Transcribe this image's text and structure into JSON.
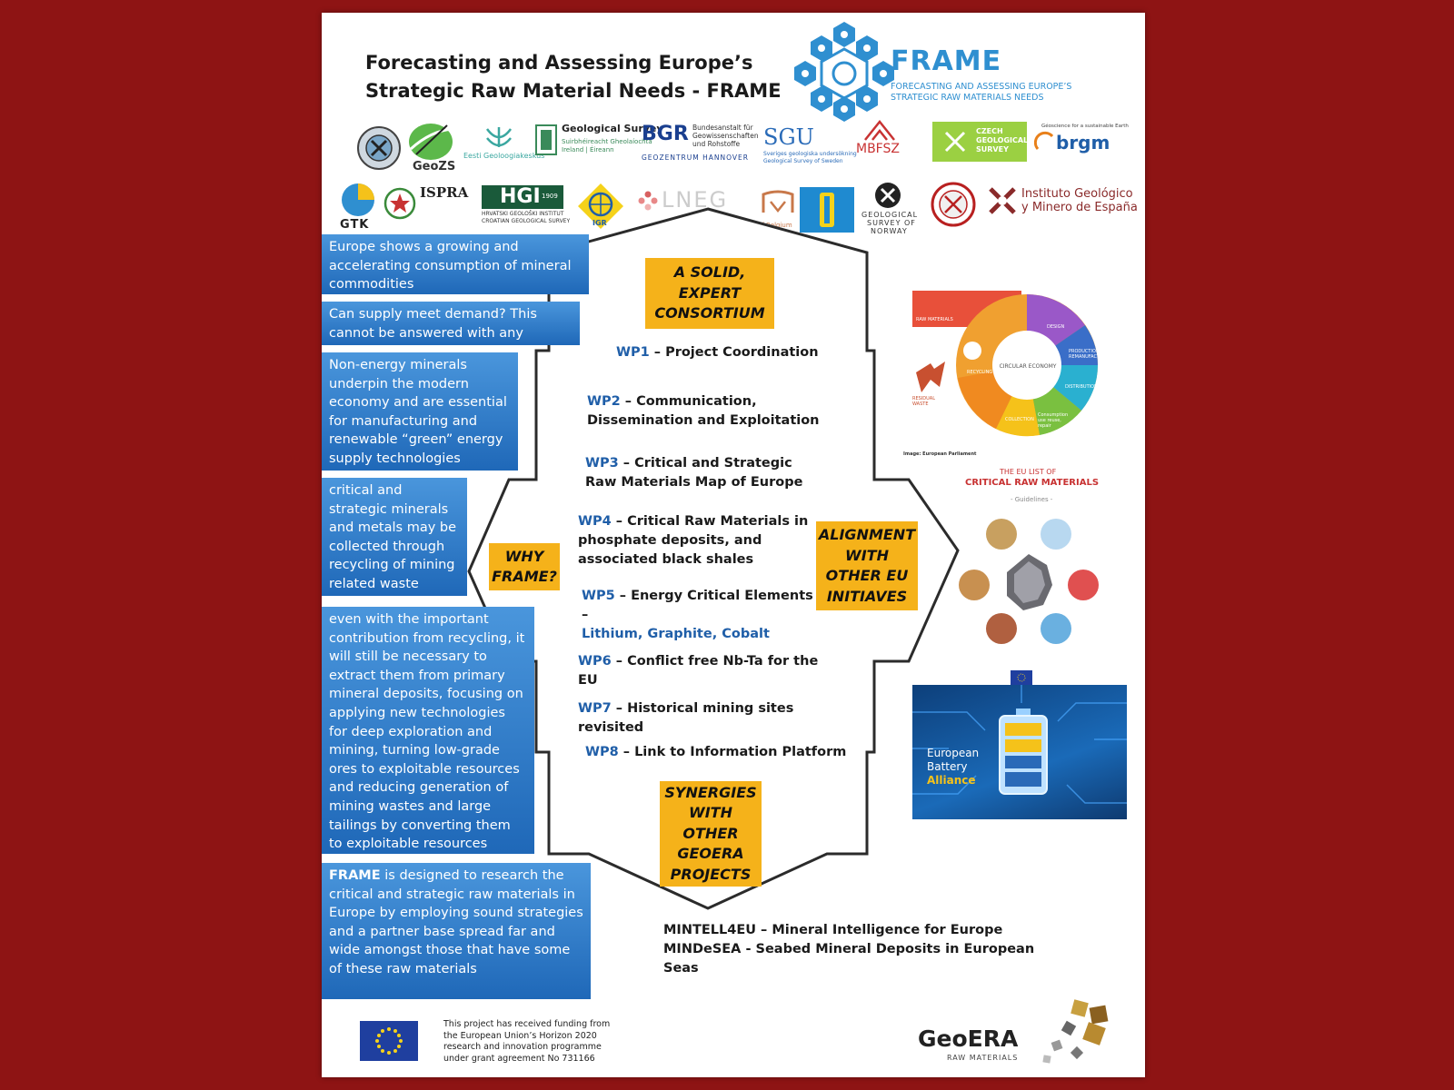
{
  "title": {
    "line1": "Forecasting and Assessing Europe’s",
    "line2": "Strategic Raw Material Needs - FRAME"
  },
  "frame_logo": {
    "name": "FRAME",
    "sub1": "FORECASTING AND ASSESSING EUROPE’S",
    "sub2": "STRATEGIC RAW MATERIALS NEEDS"
  },
  "partners": {
    "geozs": "GeoZS",
    "estonia": "Eesti Geoloogiakeskus",
    "gsi_l1": "Geological Survey",
    "gsi_l2": "Suirbhéireacht Gheolaíochta",
    "gsi_l3": "Ireland | Éireann",
    "bgr": "BGR",
    "bgr_l1": "Bundesanstalt für",
    "bgr_l2": "Geowissenschaften",
    "bgr_l3": "und Rohstoffe",
    "bgr_sub": "GEOZENTRUM HANNOVER",
    "sgu": "SGU",
    "sgu_l1": "Sveriges geologiska undersökning",
    "sgu_l2": "Geological Survey of Sweden",
    "mbfsz": "MBFSZ",
    "czech_l1": "CZECH",
    "czech_l2": "GEOLOGICAL",
    "czech_l3": "SURVEY",
    "brgm": "brgm",
    "brgm_sub": "Géoscience for a sustainable Earth",
    "gtk": "GTK",
    "ispra": "ISPRA",
    "hgi": "HGI",
    "hgi_year": "1909",
    "hgi_l1": "HRVATSKI GEOLOŠKI INSTITUT",
    "hgi_l2": "CROATIAN GEOLOGICAL SURVEY",
    "igr": "IGR",
    "lneg": "LNEG",
    "belgium": "of Belgium",
    "ngu_l1": "GEOLOGICAL",
    "ngu_l2": "SURVEY OF",
    "ngu_l3": "NORWAY",
    "igme_l1": "Instituto Geológico",
    "igme_l2": "y Minero de España"
  },
  "left_boxes": [
    {
      "text": "Europe shows a growing and accelerating consumption of mineral commodities"
    },
    {
      "text": "Can supply meet demand? This cannot be answered with any certainty"
    },
    {
      "text": "Non-energy minerals underpin the modern economy and are essential for manufacturing and renewable “green” energy supply technologies"
    },
    {
      "text": "critical and strategic minerals and metals may be collected through recycling of mining related waste materials"
    },
    {
      "text": "even with the important contribution from recycling, it will still be necessary to extract them from primary mineral deposits, focusing on applying new technologies for deep exploration and mining, turning low-grade ores to exploitable resources and reducing generation of mining wastes and large tailings by converting them to exploitable resources"
    },
    {
      "bold": "FRAME",
      "text": " is designed to research the critical and strategic raw materials in Europe by employing sound strategies and a partner base spread far and wide amongst those that have some of these raw materials"
    }
  ],
  "yellow": {
    "top": "A SOLID, EXPERT CONSORTIUM",
    "left": "WHY FRAME?",
    "right": "ALIGNMENT WITH OTHER EU INITIAVES",
    "bottom": "SYNERGIES WITH OTHER GEOERA PROJECTS"
  },
  "wps": [
    {
      "num": "WP1",
      "text": " – Project Coordination"
    },
    {
      "num": "WP2",
      "text": " – Communication, Dissemination and Exploitation"
    },
    {
      "num": "WP3",
      "text": " – Critical and Strategic Raw Materials Map of Europe"
    },
    {
      "num": "WP4",
      "text": " – Critical Raw Materials in phosphate deposits, and associated black shales"
    },
    {
      "num": "WP5",
      "text": " – Energy Critical Elements –",
      "blue": "Lithium, Graphite, Cobalt"
    },
    {
      "num": "WP6",
      "text": " – Conflict free Nb-Ta for the EU"
    },
    {
      "num": "WP7",
      "text": " – Historical mining sites revisited"
    },
    {
      "num": "WP8",
      "text": " – Link to Information Platform"
    }
  ],
  "refs": [
    "MINTELL4EU – Mineral Intelligence for Europe",
    "MINDeSEA - Seabed Mineral Deposits in European Seas"
  ],
  "circular": {
    "center": "CIRCULAR ECONOMY",
    "raw": "RAW MATERIALS",
    "design": "DESIGN",
    "production": "PRODUCTION REMANUFACTURING",
    "distribution": "DISTRIBUTION",
    "consumption": "Consumption use reuse, repair",
    "collection": "COLLECTION",
    "recycling": "RECYCLING",
    "residual": "RESIDUAL WASTE",
    "credit": "Image: European Parliament"
  },
  "crm": {
    "l1": "THE EU LIST OF",
    "l2": "CRITICAL RAW MATERIALS",
    "l3": "- Guidelines -"
  },
  "battery": {
    "l1": "European",
    "l2": "Battery",
    "l3": "Alliance"
  },
  "funding": "This project has received funding from the European Union’s Horizon 2020 research and innovation programme under grant agreement No 731166",
  "geoera": {
    "name": "GeoERA",
    "sub": "RAW MATERIALS"
  },
  "colors": {
    "background": "#8e1414",
    "box_blue": "#2a78c6",
    "yellow": "#f5b21a",
    "wp_blue": "#1f5ea8"
  }
}
